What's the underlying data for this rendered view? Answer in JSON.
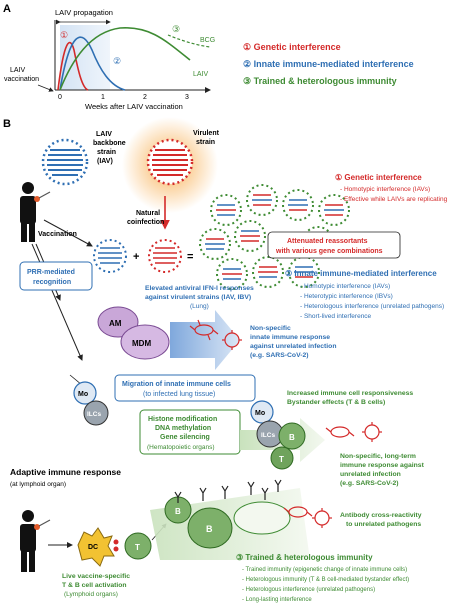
{
  "panel_a": {
    "label": "A",
    "laiv_propagation": "LAIV propagation",
    "laiv_vaccination": [
      "LAIV",
      "vaccination"
    ],
    "x_ticks": [
      "0",
      "1",
      "2",
      "3"
    ],
    "xlabel": "Weeks after LAIV vaccination",
    "curve_bcg": "BCG",
    "curve_laiv": "LAIV",
    "marker_1": "①",
    "marker_2": "②",
    "marker_3": "③",
    "legend": [
      {
        "text": "① Genetic interference",
        "color": "#d42a2a"
      },
      {
        "text": "② Innate immune-mediated interference",
        "color": "#2f6fb3"
      },
      {
        "text": "③ Trained & heterologous immunity",
        "color": "#3e8b33"
      }
    ]
  },
  "panel_b": {
    "label": "B",
    "laiv_strain": [
      "LAIV",
      "backbone",
      "strain",
      "(IAV)"
    ],
    "virulent_strain": [
      "Virulent",
      "strain"
    ],
    "natural_coinfection": [
      "Natural",
      "coinfection"
    ],
    "vaccination": "Vaccination",
    "genetic": {
      "title": "① Genetic interference",
      "items": [
        "- Homotypic interference (IAVs)",
        "- Effective while LAIVs are replicating"
      ]
    },
    "attenuated_box": [
      "Attenuated  reassortants",
      "with various gene combinations"
    ],
    "prr": [
      "PRR-mediated",
      "recognition"
    ],
    "ifn": [
      "Elevated antiviral IFN-I responses",
      "against virulent strains (IAV, IBV)",
      "(Lung)"
    ],
    "innate": {
      "title": "② Innate immune-mediated interference",
      "items": [
        "- Homotypic interference (IAVs)",
        "- Heterotypic interference (IBVs)",
        "- Heterologous interference (unrelated pathogens)",
        "- Short-lived interference"
      ]
    },
    "am": "AM",
    "mdm": "MDM",
    "nonspecific_innate": [
      "Non-specific",
      "innate immune response",
      "against unrelated infection",
      "(e.g. SARS-CoV-2)"
    ],
    "migration": [
      "Migration of innate immune cells",
      "(to infected lung tissue)"
    ],
    "mo": "Mo",
    "ilcs": "ILCs",
    "histone": [
      "Histone modification",
      "DNA methylation",
      "Gene silencing",
      "(Hematopoietic organs)"
    ],
    "increased": [
      "Increased immune cell responsiveness",
      "Bystander effects (T & B cells)"
    ],
    "b_cell": "B",
    "t_cell": "T",
    "longterm": [
      "Non-specific, long-term",
      "immune response against",
      "unrelated infection",
      "(e.g. SARS-CoV-2)"
    ],
    "adaptive_title": "Adaptive immune response",
    "adaptive_sub": "(at lymphoid organ)",
    "dc": "DC",
    "antibody": [
      "Antibody cross-reactivity",
      "to unrelated pathogens"
    ],
    "live_vaccine": [
      "Live vaccine-specific",
      "T & B cell activation",
      "(Lymphoid organs)"
    ],
    "trained": {
      "title": "③ Trained & heterologous immunity",
      "items": [
        "- Trained immunity (epigenetic change of innate immune cells)",
        "- Heterologous immunity (T & B cell-mediated bystander effect)",
        "- Heterologous interference (unrelated pathogens)",
        "- Long-lasting interference"
      ]
    }
  },
  "colors": {
    "red": "#d42a2a",
    "blue": "#2f6fb3",
    "green": "#3e8b33",
    "lightblue": "#cfe0f3",
    "lightgreen": "#e3f0d8"
  }
}
